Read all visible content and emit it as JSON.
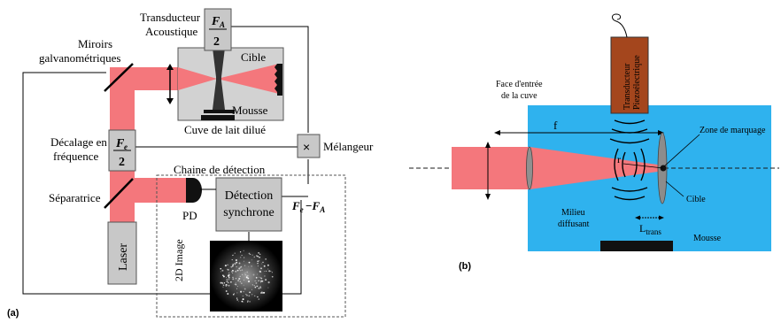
{
  "panel_a": {
    "panel_label": "(a)",
    "transducer_label_line1": "Transducteur",
    "transducer_label_line2": "Acoustique",
    "transducer_fraction_num": "F",
    "transducer_fraction_sub": "A",
    "transducer_fraction_den": "2",
    "mirrors_label_line1": "Miroirs",
    "mirrors_label_line2": "galvanométriques",
    "cible_label": "Cible",
    "mousse_label": "Mousse",
    "cuve_label": "Cuve de lait dilué",
    "decalage_label_line1": "Décalage en",
    "decalage_label_line2": "fréquence",
    "decalage_fraction_num": "F",
    "decalage_fraction_sub": "e",
    "decalage_fraction_den": "2",
    "melangeur_label": "Mélangeur",
    "melangeur_symbol": "×",
    "chaine_label": "Chaine de détection",
    "separatrice_label": "Séparatrice",
    "pd_label": "PD",
    "detection_line1": "Détection",
    "detection_line2": "synchrone",
    "freq_diff_label": "F",
    "freq_diff_sub_e": "e",
    "freq_diff_minus": "−F",
    "freq_diff_sub_a": "A",
    "laser_label": "Laser",
    "image_label": "2D Image"
  },
  "panel_b": {
    "panel_label": "(b)",
    "transducer_line1": "Transducteur",
    "transducer_line2": "Piezoélectrique",
    "face_line1": "Face d'entrée",
    "face_line2": "de la cuve",
    "f_label": "f",
    "r_label": "r",
    "zone_label": "Zone de marquage",
    "cible_label": "Cible",
    "milieu_line1": "Milieu",
    "milieu_line2": "diffusant",
    "l_label": "L",
    "l_sub": "trans",
    "mousse_label": "Mousse"
  },
  "colors": {
    "beam": "#f4777c",
    "box_gray": "#c8c8c8",
    "tank_blue": "#2fb2ee",
    "transducer_brown": "#a4461d",
    "black": "#000000"
  }
}
